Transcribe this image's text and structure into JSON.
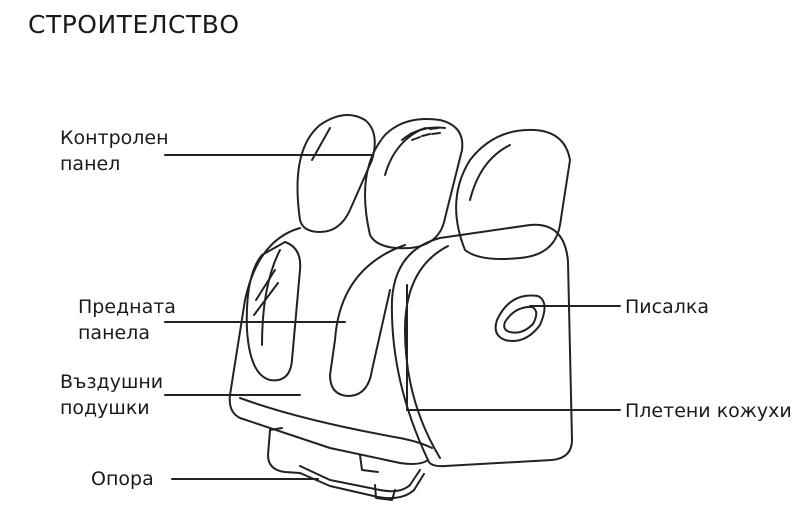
{
  "page": {
    "title": "СТРОИТЕЛСТВО"
  },
  "labels": {
    "control_panel": [
      "Контролен",
      "панел"
    ],
    "front_panel": [
      "Предната",
      "панела"
    ],
    "airbags": [
      "Въздушни",
      "подушки"
    ],
    "support": "Опора",
    "handle": "Писалка",
    "knitted_covers": "Плетени кожухи"
  }
}
